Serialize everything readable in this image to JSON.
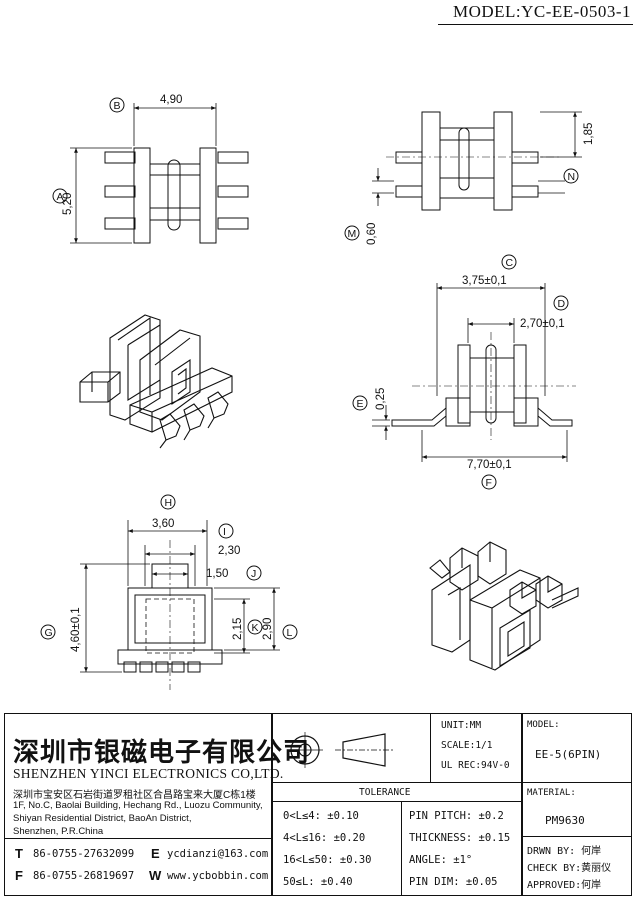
{
  "header": {
    "model": "MODEL:YC-EE-0503-1"
  },
  "views": {
    "top_view": {
      "label_b": "B",
      "dim_b": "4,90",
      "label_a": "A",
      "dim_a": "5,20"
    },
    "side_view": {
      "dim_pitch": "1,85",
      "label_n": "N",
      "label_m": "M",
      "dim_m": "0,60"
    },
    "front_view": {
      "label_c": "C",
      "dim_c": "3,75±0,1",
      "label_d": "D",
      "dim_d": "2,70±0,1",
      "label_e": "E",
      "dim_e": "0,25",
      "dim_f": "7,70±0,1",
      "label_f": "F"
    },
    "end_view": {
      "label_h": "H",
      "dim_h": "3,60",
      "label_i": "I",
      "dim_i": "2,30",
      "label_j": "J",
      "dim_j": "1,50",
      "label_g": "G",
      "dim_g": "4,60±0,1",
      "label_k": "K",
      "dim_k": "2,15",
      "label_l": "L",
      "dim_l": "2,90"
    }
  },
  "title_block": {
    "company_cn": "深圳市银磁电子有限公司",
    "company_en": "SHENZHEN YINCI ELECTRONICS CO,LTD.",
    "address_cn": "深圳市宝安区石岩街道罗租社区合昌路宝来大厦C栋1楼",
    "address_en": [
      "1F, No.C, Baolai Building, Hechang Rd., Luozu Community,",
      "Shiyan Residential District, BaoAn District,",
      "Shenzhen, P.R.China"
    ],
    "tel_label": "T",
    "tel": "86-0755-27632099",
    "fax_label": "F",
    "fax": "86-0755-26819697",
    "email_label": "E",
    "email": "ycdianzi@163.com",
    "web_label": "W",
    "web": "www.ycbobbin.com",
    "unit": "UNIT:MM",
    "scale": "SCALE:1/1",
    "ul_rec": "UL REC:94V-0",
    "tolerance_title": "TOLERANCE",
    "tolerances": [
      "0<L≤4: ±0.10",
      "4<L≤16: ±0.20",
      "16<L≤50: ±0.30",
      "50≤L: ±0.40"
    ],
    "specs": [
      "PIN PITCH: ±0.2",
      "THICKNESS: ±0.15",
      "ANGLE: ±1°",
      "PIN DIM: ±0.05"
    ],
    "model_label": "MODEL:",
    "model_value": "EE-5(6PIN)",
    "material_label": "MATERIAL:",
    "material_value": "PM9630",
    "drawn_by": "DRWN BY: 何岸",
    "check_by": "CHECK BY:黄丽仪",
    "approved": "APPROVED:何岸"
  }
}
